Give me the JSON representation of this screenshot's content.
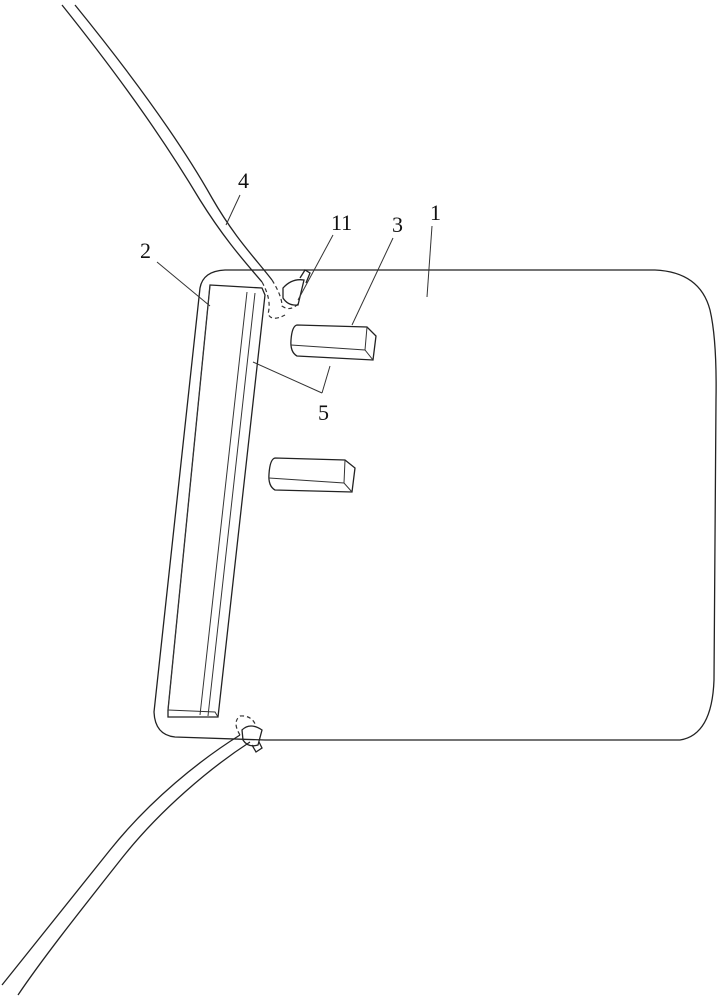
{
  "figure": {
    "labels": {
      "body": "1",
      "rail": "2",
      "block": "3",
      "cable": "4",
      "gap": "5",
      "clip": "11"
    }
  }
}
